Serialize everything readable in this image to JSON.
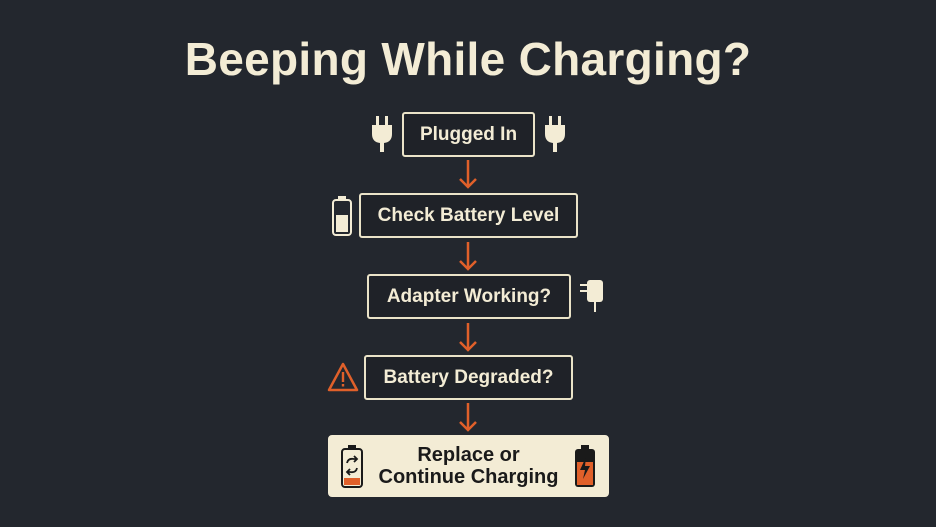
{
  "title": "Beeping While Charging?",
  "colors": {
    "background": "#23272e",
    "text": "#f3ecd5",
    "accent": "#e0602a"
  },
  "flow": {
    "steps": [
      {
        "label": "Plugged In",
        "icons": [
          "plug-icon",
          "plug-icon"
        ]
      },
      {
        "label": "Check Battery Level",
        "icons": [
          "battery-half-icon"
        ]
      },
      {
        "label": "Adapter Working?",
        "icons": [
          "power-adapter-icon"
        ]
      },
      {
        "label": "Battery Degraded?",
        "icons": [
          "warning-icon"
        ]
      },
      {
        "label_line1": "Replace or",
        "label_line2": "Continue Charging",
        "icons": [
          "battery-replace-icon",
          "battery-charging-icon"
        ]
      }
    ]
  }
}
